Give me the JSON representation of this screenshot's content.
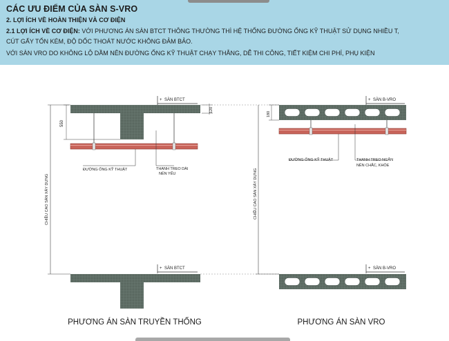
{
  "header": {
    "title": "CÁC ƯU ĐIỂM CỦA SÀN S-VRO",
    "subtitle": "2. LỢI ÍCH VỀ HOÀN THIỆN VÀ CƠ ĐIỆN",
    "para_label": "2.1 LỢI ÍCH VỀ CƠ ĐIỆN:",
    "para_text": " VỚI PHƯƠNG ÁN SÀN BTCT THÔNG THƯỜNG THÌ HỆ THỐNG ĐƯỜNG ỐNG KỸ THUẬT SỬ DỤNG NHIỀU T,",
    "para_line2": "CÚT GẤY TỐN KÉM, ĐỘ DỐC THOÁT NƯỚC KHÔNG ĐẢM BẢO.",
    "line3": "VỚI SÀN VRO DO KHÔNG LỘ DẦM NÊN ĐƯỜNG ỐNG KỸ THUẬT CHẠY THẲNG, DỄ THI CÔNG, TIẾT KIỆM CHI PHÍ, PHỤ KIỆN"
  },
  "left": {
    "top_tag": "SÀN BTCT",
    "bottom_tag": "SÀN BTCT",
    "dim_slab": "120",
    "dim_beam": "550",
    "height_label": "CHIỀU CAO SÀN XÂY DỰNG",
    "pipe_label": "ĐƯỜNG ỐNG KỸ THUẬT",
    "hanger_label_1": "THANH TREO DÀI",
    "hanger_label_2": "NÊN YẾU",
    "caption": "PHƯƠNG ÁN SÀN TRUYỀN THỐNG"
  },
  "right": {
    "top_tag": "SÀN B-VRO",
    "bottom_tag": "SÀN B-VRO",
    "dim_slab": "180",
    "height_label": "CHIỀU CAO SÀN XÂY DỰNG",
    "pipe_label": "ĐƯỜNG ỐNG KỸ THUẬT",
    "hanger_label_1": "THANH TREO NGẮN",
    "hanger_label_2": "NÊN CHẮC, KHỎE",
    "caption": "PHƯƠNG ÁN SÀN VRO"
  },
  "colors": {
    "header_bg": "#a9d6e6",
    "concrete": "#5c6c64",
    "pipe": "#c8645a",
    "void": "#ffffff"
  }
}
